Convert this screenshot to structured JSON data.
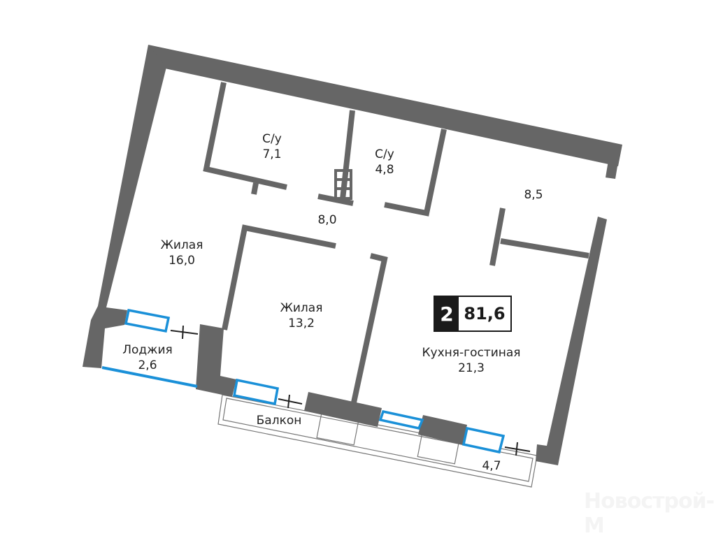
{
  "plan": {
    "rooms_count": "2",
    "total_area": "81,6",
    "rooms": [
      {
        "name": "С/у",
        "area": "7,1"
      },
      {
        "name": "С/у",
        "area": "4,8"
      },
      {
        "name": "",
        "area": "8,5"
      },
      {
        "name": "",
        "area": "8,0"
      },
      {
        "name": "Жилая",
        "area": "16,0"
      },
      {
        "name": "Жилая",
        "area": "13,2"
      },
      {
        "name": "Кухня-гостиная",
        "area": "21,3"
      },
      {
        "name": "Лоджия",
        "area": "2,6"
      },
      {
        "name": "Балкон",
        "area": "4,7"
      }
    ],
    "colors": {
      "wall": "#666666",
      "window": "#1a90d8",
      "badge": "#1a1a1a"
    }
  },
  "watermark": "Новострой-М"
}
